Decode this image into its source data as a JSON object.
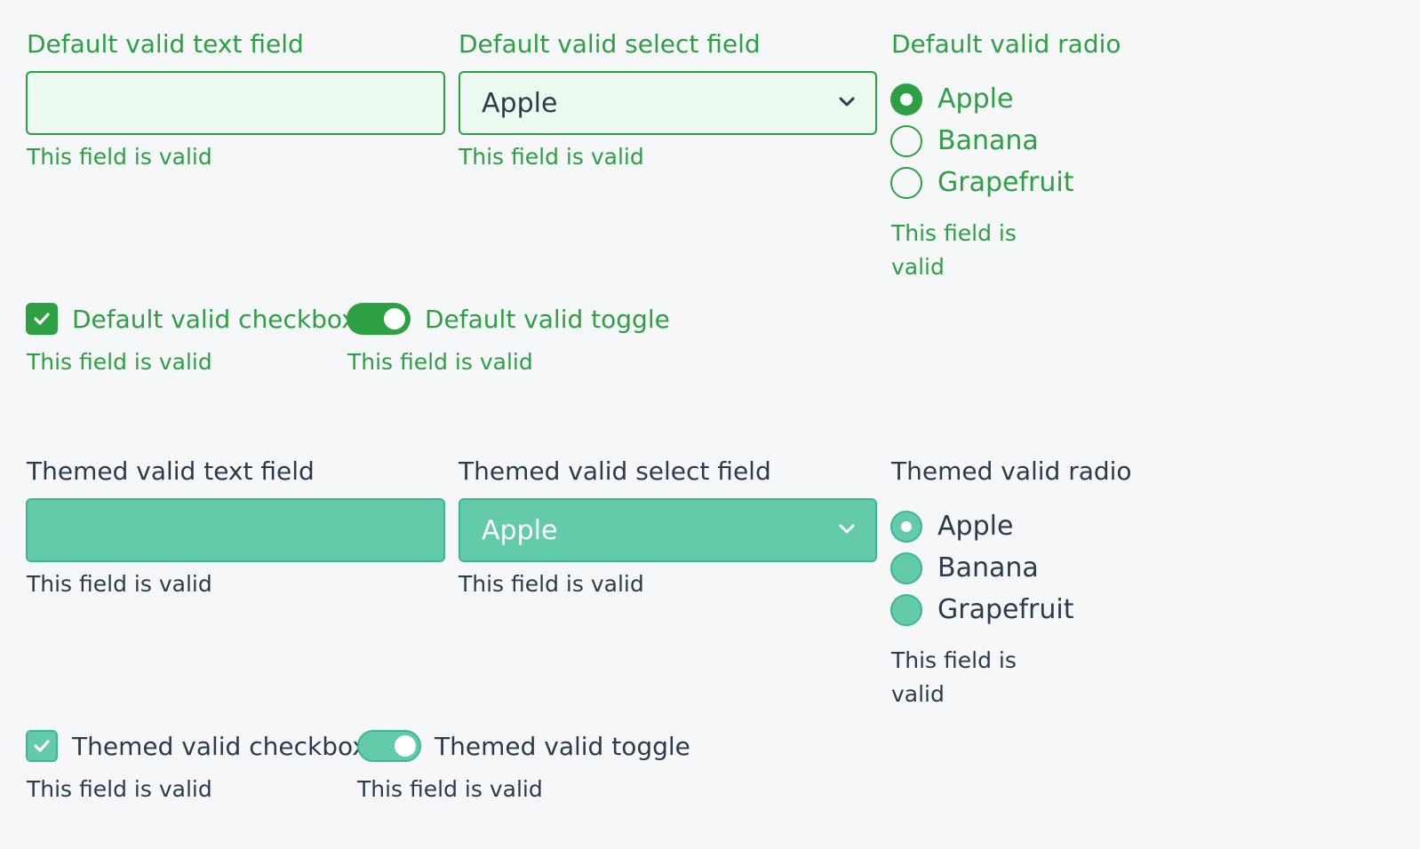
{
  "colors": {
    "valid_green": "#2da043",
    "default_input_bg": "#ebf9ef",
    "themed_teal": "#64cbaa",
    "themed_border": "#3cb595",
    "text_dark": "#2c3a4a",
    "page_bg": "#f6f7f9"
  },
  "default": {
    "text_field": {
      "label": "Default valid text field",
      "value": "",
      "help": "This field is valid"
    },
    "select_field": {
      "label": "Default valid select field",
      "selected": "Apple",
      "help": "This field is valid"
    },
    "radio": {
      "label": "Default valid radio",
      "options": [
        "Apple",
        "Banana",
        "Grapefruit"
      ],
      "selected": "Apple",
      "help": "This field is valid"
    },
    "checkbox": {
      "label": "Default valid checkbox",
      "checked": true,
      "help": "This field is valid"
    },
    "toggle": {
      "label": "Default valid toggle",
      "on": true,
      "help": "This field is valid"
    }
  },
  "themed": {
    "text_field": {
      "label": "Themed valid text field",
      "value": "",
      "help": "This field is valid"
    },
    "select_field": {
      "label": "Themed valid select field",
      "selected": "Apple",
      "help": "This field is valid"
    },
    "radio": {
      "label": "Themed valid radio",
      "options": [
        "Apple",
        "Banana",
        "Grapefruit"
      ],
      "selected": "Apple",
      "help": "This field is valid"
    },
    "checkbox": {
      "label": "Themed valid checkbox",
      "checked": true,
      "help": "This field is valid"
    },
    "toggle": {
      "label": "Themed valid toggle",
      "on": true,
      "help": "This field is valid"
    }
  }
}
